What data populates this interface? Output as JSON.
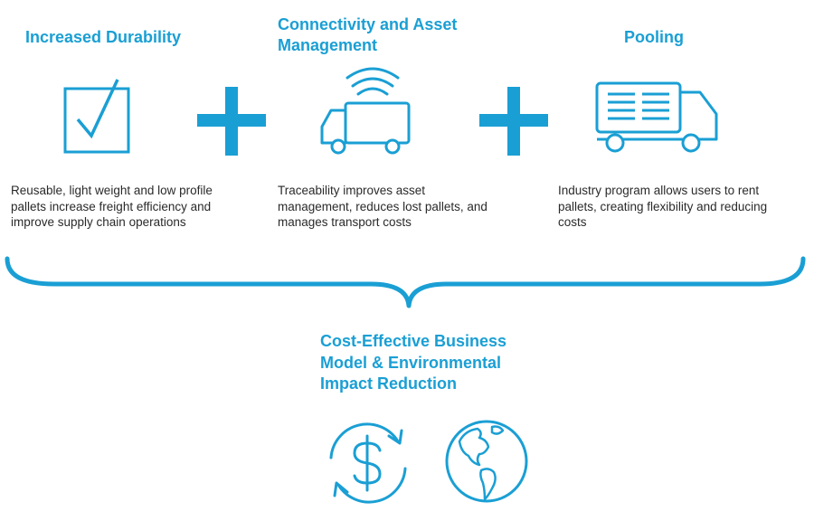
{
  "colors": {
    "accent": "#1a9fd4",
    "text": "#2a2a2a",
    "background": "#ffffff"
  },
  "pillars": [
    {
      "heading": "Increased Durability",
      "icon": "checkbox-icon",
      "description": "Reusable, light weight and low profile pallets increase freight efficiency and improve supply chain operations"
    },
    {
      "heading": "Connectivity and Asset Management",
      "icon": "connected-truck-icon",
      "description": "Traceability improves asset management, reduces lost pallets, and manages transport costs"
    },
    {
      "heading": "Pooling",
      "icon": "pallet-truck-icon",
      "description": "Industry program allows users to rent pallets, creating flexibility and reducing costs"
    }
  ],
  "operator_icons": [
    "plus-icon",
    "plus-icon"
  ],
  "grouping": "curly-brace",
  "outcome": {
    "heading": "Cost-Effective Business Model & Environmental Impact Reduction",
    "icons": [
      "dollar-cycle-icon",
      "globe-icon"
    ]
  }
}
